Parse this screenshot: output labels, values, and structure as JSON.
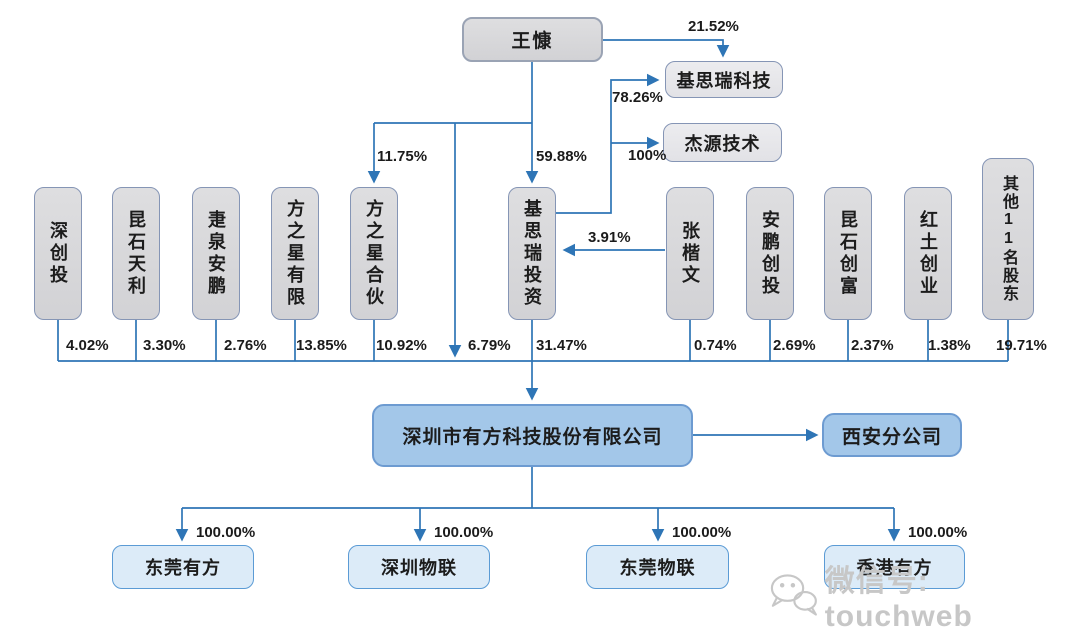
{
  "nodes": {
    "wang_kang": "王慷",
    "jisirui_tech": "基思瑞科技",
    "jieyuan_tech": "杰源技术",
    "shen_chuang_tou": "深创投",
    "kunshi_tianli": "昆石天利",
    "jiequan_anpeng": "疌泉安鹏",
    "fangzhixing_ltd": "方之星有限",
    "fangzhixing_lp": "方之星合伙",
    "jisirui_investment": "基思瑞投资",
    "zhang_kaiwen": "张楷文",
    "anpeng_chuangtou": "安鹏创投",
    "kunshi_chuangfu": "昆石创富",
    "hongtu_chuangye": "红土创业",
    "other_shareholders": "其他11名股东",
    "main_company": "深圳市有方科技股份有限公司",
    "xian_branch": "西安分公司",
    "dongguan_youfang": "东莞有方",
    "shenzhen_wulian": "深圳物联",
    "dongguan_wulian": "东莞物联",
    "hongkong_youfang": "香港有方"
  },
  "ownership_labels": {
    "wang_to_jisirui_tech": "21.52%",
    "jisirui_inv_to_jisirui_tech": "78.26%",
    "jisirui_inv_to_jieyuan_tech": "100%",
    "wang_to_fangzhixing_lp": "11.75%",
    "wang_to_jisirui_inv": "59.88%",
    "zhang_to_jisirui_inv": "3.91%",
    "shen_chuang_tou": "4.02%",
    "kunshi_tianli": "3.30%",
    "jiequan_anpeng": "2.76%",
    "fangzhixing_ltd": "13.85%",
    "fangzhixing_lp": "10.92%",
    "wang_direct": "6.79%",
    "jisirui_investment": "31.47%",
    "zhang_kaiwen": "0.74%",
    "anpeng_chuangtou": "2.69%",
    "kunshi_chuangfu": "2.37%",
    "hongtu_chuangye": "1.38%",
    "other_shareholders": "19.71%",
    "to_dongguan_youfang": "100.00%",
    "to_shenzhen_wulian": "100.00%",
    "to_dongguan_wulian": "100.00%",
    "to_hongkong_youfang": "100.00%"
  },
  "watermark": {
    "text": "微信号: touchweb"
  },
  "colors": {
    "connector": "#2e75b6",
    "shareholder_fill": "#d9d9dc",
    "shareholder_border": "#8595b5",
    "company_fill": "#a3c7e9",
    "company_border": "#6d9bd1",
    "subsidiary_fill": "#dcebf8",
    "subsidiary_border": "#5b9bd5",
    "watermark_gray": "#c7c7c7"
  }
}
